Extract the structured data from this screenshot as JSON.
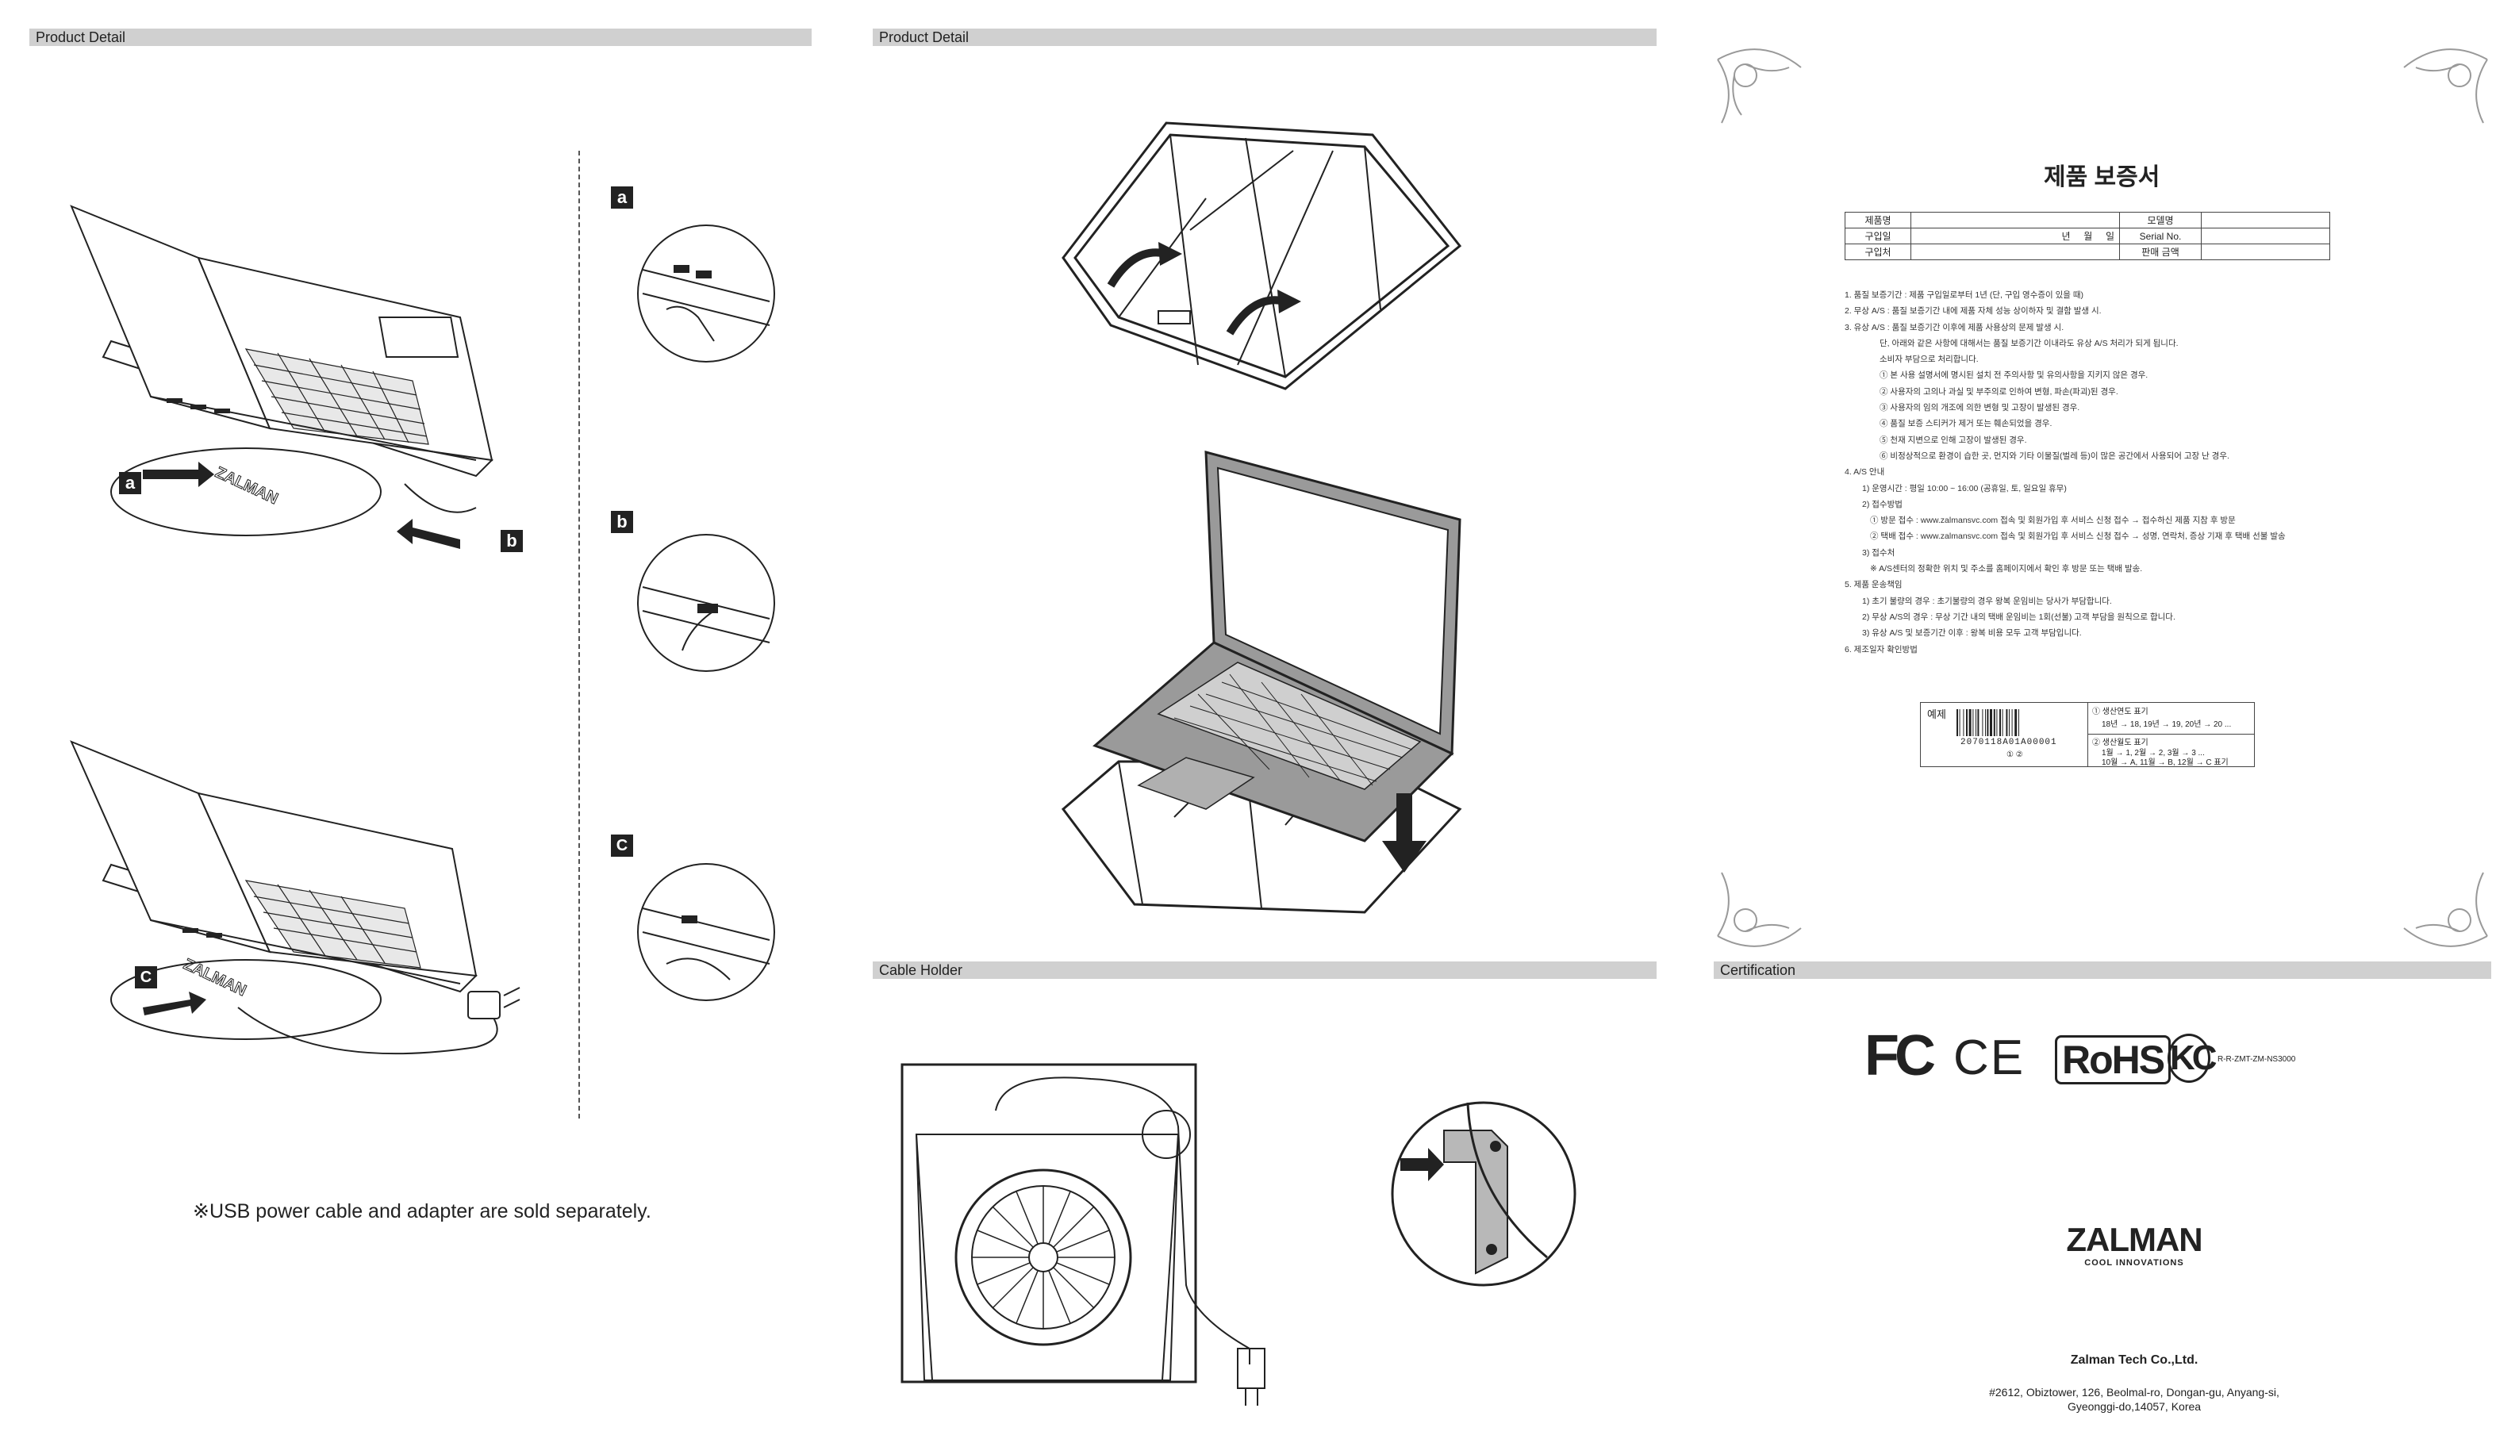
{
  "panels": {
    "product_detail_1": "Product Detail",
    "product_detail_2": "Product Detail",
    "cable_holder": "Cable Holder",
    "certification": "Certification"
  },
  "labels": {
    "a": "a",
    "b": "b",
    "c": "C"
  },
  "note": "※USB power cable and adapter are sold separately.",
  "laptop_brand": "ZALMAN",
  "warranty": {
    "title": "제품 보증서",
    "table": [
      [
        "제품명",
        "",
        "모델명",
        ""
      ],
      [
        "구입일",
        "년     월     일",
        "Serial No.",
        ""
      ],
      [
        "구입처",
        "",
        "판매 금액",
        ""
      ]
    ],
    "terms": [
      {
        "cls": "",
        "text": "1. 품질 보증기간 : 제품 구입일로부터 1년  (단, 구입 영수증이 있을 때)"
      },
      {
        "cls": "",
        "text": "2. 무상 A/S : 품질 보증기간 내에 제품 자체 성능 상이하자 및 결함 발생 시."
      },
      {
        "cls": "",
        "text": "3. 유상 A/S : 품질 보증기간 이후에 제품 사용상의 문제 발생 시."
      },
      {
        "cls": "i1",
        "text": "단, 아래와 같은 사항에 대해서는 품질 보증기간 이내라도 유상 A/S 처리가 되게 됩니다."
      },
      {
        "cls": "i1",
        "text": "소비자 부담으로 처리합니다."
      },
      {
        "cls": "i1",
        "text": "① 본 사용 설명서에 명시된 설치 전 주의사항 및 유의사항을 지키지 않은 경우."
      },
      {
        "cls": "i1",
        "text": "② 사용자의 고의나 과실 및 부주의로 인하여 변형, 파손(파괴)된 경우."
      },
      {
        "cls": "i1",
        "text": "③ 사용자의 임의 개조에 의한 변형 및 고장이 발생된 경우."
      },
      {
        "cls": "i1",
        "text": "④ 품질 보증 스티커가 제거 또는 훼손되었을 경우."
      },
      {
        "cls": "i1",
        "text": "⑤ 천재 지변으로 인해 고장이 발생된 경우."
      },
      {
        "cls": "i1",
        "text": "⑥ 비정상적으로 환경이 습한 곳, 먼지와 기타 이물질(벌레 등)이 많은 공간에서 사용되어 고장 난 경우."
      },
      {
        "cls": "",
        "text": "4. A/S 안내"
      },
      {
        "cls": "i2",
        "text": "1) 운영시간 : 평일 10:00 ~ 16:00 (공휴일, 토, 일요일 휴무)"
      },
      {
        "cls": "i2",
        "text": "2) 접수방법"
      },
      {
        "cls": "i3",
        "text": "① 방문 접수 : www.zalmansvc.com 접속 및 회원가입 후 서비스 신청 접수 → 접수하신 제품 지참 후 방문"
      },
      {
        "cls": "i3",
        "text": "② 택배 접수 : www.zalmansvc.com 접속 및 회원가입 후 서비스 신청 접수 → 성명, 연락처, 증상 기재 후 택배 선불 발송"
      },
      {
        "cls": "i2",
        "text": "3) 접수처"
      },
      {
        "cls": "i3",
        "text": "※ A/S센터의 정확한 위치 및 주소를 홈페이지에서 확인 후 방문 또는 택배 발송."
      },
      {
        "cls": "",
        "text": "5. 제품 운송책임"
      },
      {
        "cls": "i2",
        "text": "1) 초기 불량의 경우 : 초기불량의 경우 왕복 운임비는 당사가 부담합니다."
      },
      {
        "cls": "i2",
        "text": "2) 무상 A/S의 경우 : 무상 기간 내의 택배 운임비는 1회(선불) 고객 부담을 원칙으로 합니다."
      },
      {
        "cls": "i2",
        "text": "3) 유상 A/S 및 보증기간 이후 : 왕복 비용 모두 고객 부담입니다."
      },
      {
        "cls": "",
        "text": "6. 제조일자 확인방법"
      }
    ],
    "example": {
      "label": "예제",
      "barcode": "2070118A01A00001",
      "marks": "① ②",
      "line1": "① 생산연도 표기",
      "line2": "18년 → 18, 19년 → 19, 20년 → 20 ...",
      "line3": "② 생산월도 표기",
      "line4": "1월 → 1, 2월 → 2, 3월 → 3 ...",
      "line5": "10월 → A, 11월 → B, 12월 → C 표기"
    }
  },
  "cert": {
    "fc": "FC",
    "ce": "CE",
    "rohs": "RoHS",
    "kc": "KC",
    "code": "R-R-ZMT-ZM-NS3000"
  },
  "brand": {
    "name": "ZALMAN",
    "tagline": "COOL INNOVATIONS"
  },
  "company": {
    "name": "Zalman Tech Co.,Ltd.",
    "addr1": "#2612, Obiztower, 126, Beolmal-ro, Dongan-gu, Anyang-si,",
    "addr2": "Gyeonggi-do,14057, Korea"
  },
  "colors": {
    "header_bg": "#d0d0d0",
    "ink": "#222222",
    "laptop_fill": "#9a9a9a"
  }
}
